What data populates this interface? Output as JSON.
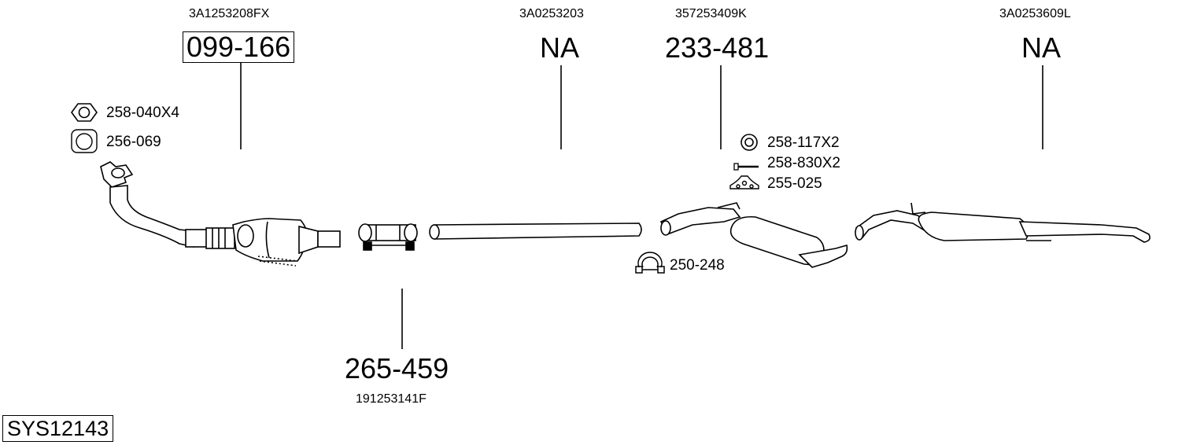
{
  "parts": [
    {
      "oem": "3A1253208FX",
      "number": "099-166"
    },
    {
      "oem": "3A0253203",
      "number": "NA"
    },
    {
      "oem": "357253409K",
      "number": "233-481"
    },
    {
      "oem": "3A0253609L",
      "number": "NA"
    },
    {
      "oem": "191253141F",
      "number": "265-459"
    }
  ],
  "accessories": {
    "nut": "258-040X4",
    "gasket": "256-069",
    "ring": "258-117X2",
    "bolt": "258-830X2",
    "mount": "255-025",
    "clamp": "250-248"
  },
  "system_id": "SYS12143"
}
